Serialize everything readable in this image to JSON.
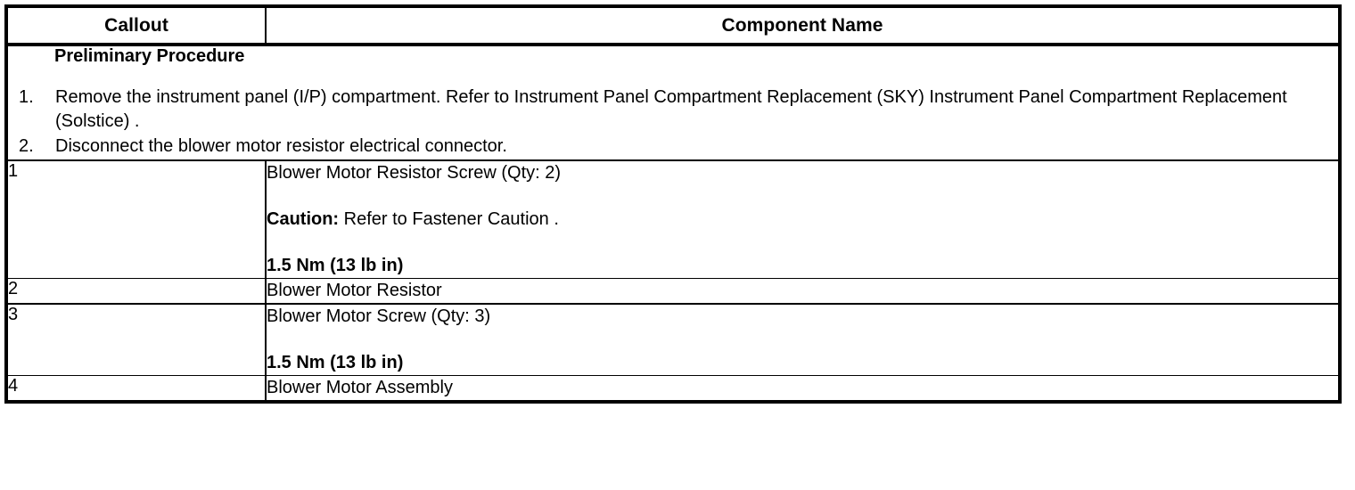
{
  "table": {
    "headers": {
      "callout": "Callout",
      "component_name": "Component Name"
    },
    "preliminary": {
      "title": "Preliminary Procedure",
      "steps": [
        {
          "number": "1.",
          "text": "Remove the instrument panel (I/P) compartment. Refer to Instrument Panel Compartment Replacement (SKY) Instrument Panel Compartment Replacement (Solstice) ."
        },
        {
          "number": "2.",
          "text": "Disconnect the blower motor resistor electrical connector."
        }
      ]
    },
    "rows": [
      {
        "callout": "1",
        "name": "Blower Motor Resistor Screw (Qty: 2)",
        "caution_label": "Caution:",
        "caution_text": " Refer to Fastener Caution .",
        "torque": "1.5 Nm (13 lb in)"
      },
      {
        "callout": "2",
        "name": "Blower Motor Resistor"
      },
      {
        "callout": "3",
        "name": "Blower Motor Screw (Qty: 3)",
        "torque": "1.5 Nm (13 lb in)"
      },
      {
        "callout": "4",
        "name": "Blower Motor Assembly"
      }
    ]
  },
  "colors": {
    "border": "#000000",
    "text": "#000000",
    "background": "#ffffff"
  }
}
